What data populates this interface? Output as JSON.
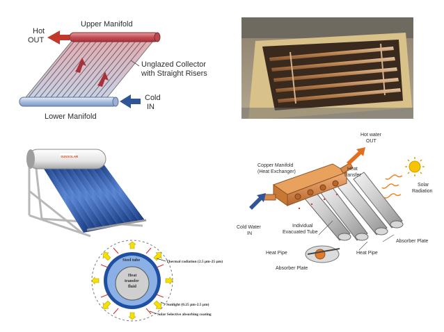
{
  "panel_unglazed": {
    "upper_manifold": "Upper Manifold",
    "lower_manifold": "Lower Manifold",
    "hot_line1": "Hot",
    "hot_line2": "OUT",
    "cold_line1": "Cold",
    "cold_line2": "IN",
    "collector_line1": "Unglazed Collector",
    "collector_line2": "with Straight Risers"
  },
  "panel_photo": {},
  "panel_water_heater": {
    "brand": "SUNSOLAR"
  },
  "panel_evacuated_tube": {
    "hot_water_line1": "Hot water",
    "hot_water_line2": "OUT",
    "copper_manifold_line1": "Copper Manifold",
    "copper_manifold_line2": "(Heat Exchanger)",
    "heat_transfer_line1": "Heat",
    "heat_transfer_line2": "transfer",
    "solar_radiation_line1": "Solar",
    "solar_radiation_line2": "Radiation",
    "cold_water_line1": "Cold Water",
    "cold_water_line2": "IN",
    "individual_tube_line1": "Individual",
    "individual_tube_line2": "Evacuated Tube",
    "absorber_plate_right": "Absorber Plate",
    "heat_pipe_left": "Heat Pipe",
    "heat_pipe_right": "Heat Pipe",
    "absorber_plate_bottom": "Absorber Plate"
  },
  "panel_cross_section": {
    "steel_tube": "Steel tube",
    "heat_transfer_fluid_line1": "Heat",
    "heat_transfer_fluid_line2": "transfer",
    "heat_transfer_fluid_line3": "fluid",
    "thermal_radiation": "Thermal radiation (2.5 µm-25 µm)",
    "sunlight": "Sunlight (0.25 µm-2.5 µm)",
    "selective_coating": "Solar Selective absorbing coating"
  },
  "colors": {
    "hot_arrow": "#c0392b",
    "cold_arrow": "#2f5597",
    "copper": "#d9894a",
    "sun_yellow": "#f5e000",
    "tube_blue": "#1f4fa0"
  }
}
